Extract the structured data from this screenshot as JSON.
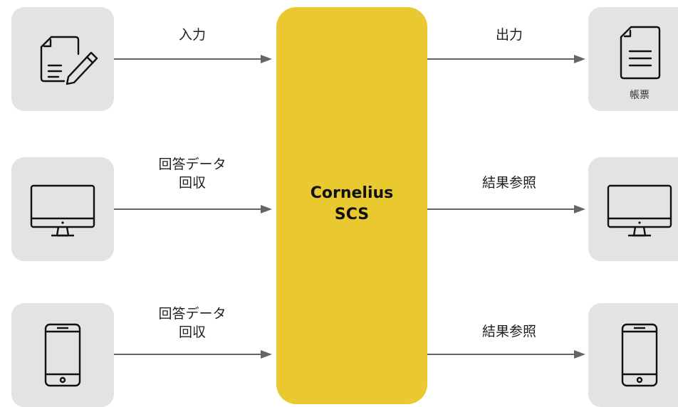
{
  "colors": {
    "core_fill": "#e9c92f",
    "node_fill": "#e3e3e3",
    "arrow": "#666666",
    "icon_stroke": "#111111"
  },
  "core": {
    "title_line1": "Cornelius",
    "title_line2": "SCS"
  },
  "inputs": [
    {
      "icon": "document-edit-icon",
      "label_line1": "入力",
      "label_line2": ""
    },
    {
      "icon": "desktop-monitor-icon",
      "label_line1": "回答データ",
      "label_line2": "回収"
    },
    {
      "icon": "smartphone-icon",
      "label_line1": "回答データ",
      "label_line2": "回収"
    }
  ],
  "outputs": [
    {
      "icon": "document-icon",
      "label_line1": "出力",
      "caption": "帳票"
    },
    {
      "icon": "desktop-monitor-icon",
      "label_line1": "結果参照"
    },
    {
      "icon": "smartphone-icon",
      "label_line1": "結果参照"
    }
  ]
}
